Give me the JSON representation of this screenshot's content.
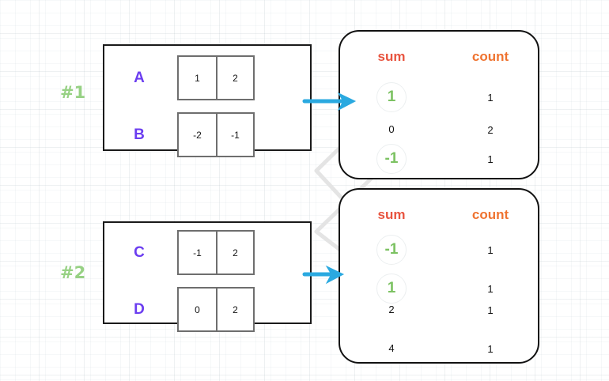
{
  "steps": [
    {
      "label": "#1"
    },
    {
      "label": "#2"
    }
  ],
  "colors": {
    "step_label": "#8fce7a",
    "row_label": "#6b3df0",
    "header_sum": "#e8543f",
    "header_count": "#ef7330",
    "highlight": "#7cc262",
    "arrow": "#2aa9e0",
    "block_border": "#1a1a1a",
    "cell_border": "#6e6e6e",
    "link_line": "#e3e3e3"
  },
  "blocks": [
    {
      "name": "block-1",
      "rows": [
        {
          "label": "A",
          "cells": [
            "1",
            "2"
          ]
        },
        {
          "label": "B",
          "cells": [
            "-2",
            "-1"
          ]
        }
      ]
    },
    {
      "name": "block-2",
      "rows": [
        {
          "label": "C",
          "cells": [
            "-1",
            "2"
          ]
        },
        {
          "label": "D",
          "cells": [
            "0",
            "2"
          ]
        }
      ]
    }
  ],
  "cards": [
    {
      "name": "result-card-1",
      "headers": {
        "sum": "sum",
        "count": "count"
      },
      "rows": [
        {
          "sum": "1",
          "count": "1",
          "highlight": true
        },
        {
          "sum": "0",
          "count": "2",
          "highlight": false
        },
        {
          "sum": "-1",
          "count": "1",
          "highlight": true
        }
      ]
    },
    {
      "name": "result-card-2",
      "headers": {
        "sum": "sum",
        "count": "count"
      },
      "rows": [
        {
          "sum": "-1",
          "count": "1",
          "highlight": true
        },
        {
          "sum": "1",
          "count": "1",
          "highlight": true
        },
        {
          "sum": "2",
          "count": "1",
          "highlight": false
        },
        {
          "sum": "4",
          "count": "1",
          "highlight": false
        }
      ]
    }
  ],
  "arrows": [
    {
      "name": "flow-arrow-1"
    },
    {
      "name": "flow-arrow-2"
    }
  ]
}
